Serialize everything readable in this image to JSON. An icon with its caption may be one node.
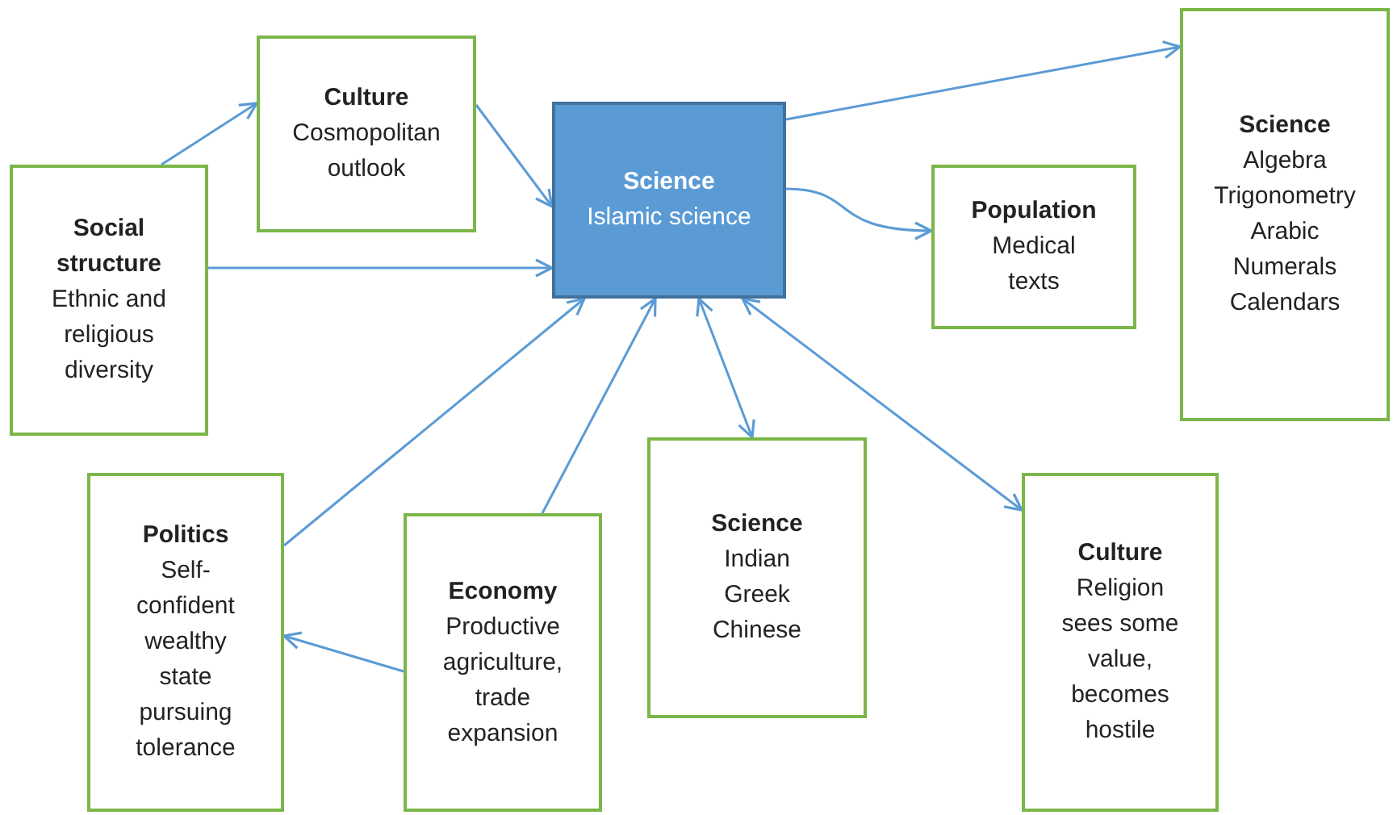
{
  "diagram": {
    "nodes": [
      {
        "text": [
          "Social structure",
          "Ethnic and religious diversity"
        ]
      },
      {
        "text": [
          "Culture",
          "Cosmopolitan outlook"
        ]
      },
      {
        "text": [
          "Science",
          "Islamic science"
        ]
      },
      {
        "text": [
          "Population",
          "Medical texts"
        ]
      },
      {
        "text": [
          "Science",
          "Algebra Trigonometry Arabic Numerals Calendars"
        ]
      },
      {
        "text": [
          "Politics",
          "Self-confident wealthy state pursuing tolerance"
        ]
      },
      {
        "text": [
          "Economy",
          "Productive agriculture, trade expansion"
        ]
      },
      {
        "text": [
          "Science",
          "Indian Greek Chinese"
        ]
      },
      {
        "text": [
          "Culture",
          "Religion sees some value, becomes hostile"
        ]
      }
    ],
    "edges": [
      {
        "from": 0,
        "to": 1,
        "arrow": "to"
      },
      {
        "from": 1,
        "to": 2,
        "arrow": "to"
      },
      {
        "from": 0,
        "to": 2,
        "arrow": "to"
      },
      {
        "from": 5,
        "to": 2,
        "arrow": "to"
      },
      {
        "from": 6,
        "to": 2,
        "arrow": "to"
      },
      {
        "from": 2,
        "to": 7,
        "arrow": "both"
      },
      {
        "from": 2,
        "to": 8,
        "arrow": "both"
      },
      {
        "from": 2,
        "to": 4,
        "arrow": "to"
      },
      {
        "from": 2,
        "to": 3,
        "arrow": "to"
      },
      {
        "from": 6,
        "to": 5,
        "arrow": "to"
      }
    ]
  }
}
